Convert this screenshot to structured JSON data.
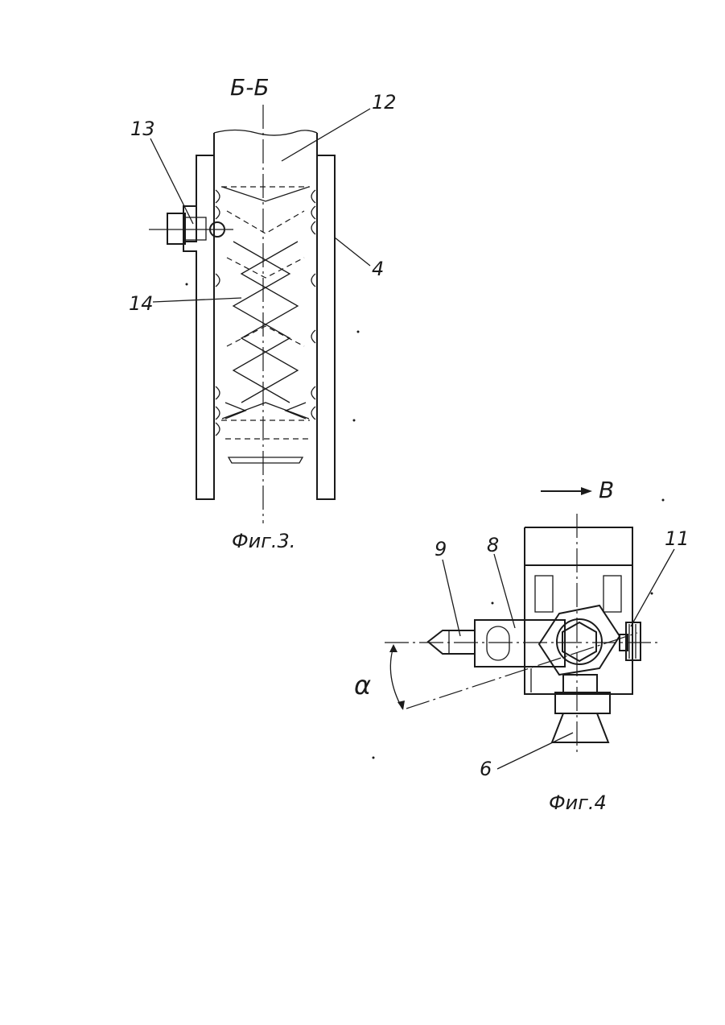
{
  "figure3": {
    "section_label": "Б-Б",
    "caption": "Фиг.3.",
    "callouts": {
      "tube": "12",
      "screw": "13",
      "spring": "14",
      "housing": "4"
    }
  },
  "figure4": {
    "view_label": "В",
    "caption": "Фиг.4",
    "callouts": {
      "pin": "9",
      "arm": "8",
      "knob": "11",
      "base": "6"
    },
    "angle_symbol": "α"
  }
}
